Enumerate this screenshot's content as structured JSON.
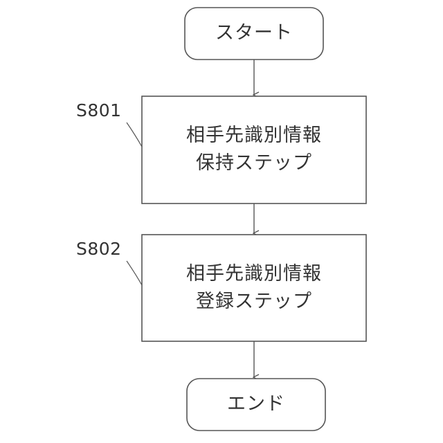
{
  "nodes": {
    "start": {
      "label": "スタート"
    },
    "step1": {
      "id_label": "S801",
      "line1": "相手先識別情報",
      "line2": "保持ステップ"
    },
    "step2": {
      "id_label": "S802",
      "line1": "相手先識別情報",
      "line2": "登録ステップ"
    },
    "end": {
      "label": "エンド"
    }
  },
  "edges": [
    {
      "from": "start",
      "to": "step1"
    },
    {
      "from": "step1",
      "to": "step2"
    },
    {
      "from": "step2",
      "to": "end"
    }
  ]
}
